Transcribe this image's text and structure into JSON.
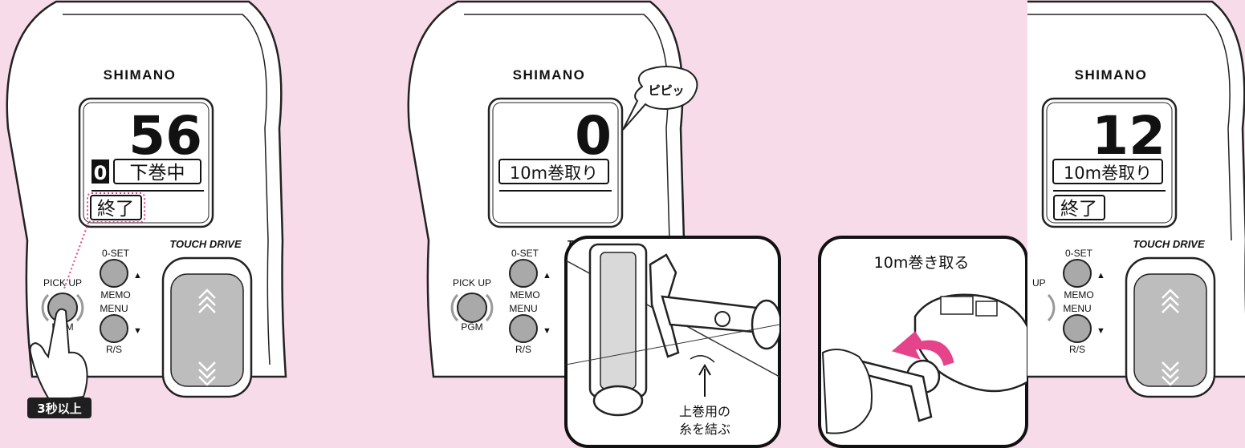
{
  "colors": {
    "background": "#f8dbe9",
    "device_body": "#ffffff",
    "outline": "#222222",
    "button_gray": "#a9a9a9",
    "touch_panel": "#bdbdbd",
    "accent_pink": "#e5438a",
    "badge_dark": "#1f1f1f"
  },
  "device": {
    "brand": "SHIMANO",
    "touch_drive": "TOUCH DRIVE",
    "btn_oset": "0-SET",
    "btn_memo": "MEMO",
    "btn_menu": "MENU",
    "btn_rs": "R/S",
    "btn_pickup": "PICK UP",
    "btn_pgm": "PGM",
    "up_arrow": "▲",
    "down_arrow": "▼"
  },
  "panel1": {
    "counter": "56",
    "mode_digit": "0",
    "status": "下巻中",
    "menu_label": "終了",
    "hold_badge": "3秒以上"
  },
  "panel2": {
    "counter": "0",
    "status": "10m巻取り",
    "speech": "ピピッ"
  },
  "panel3": {
    "counter": "12",
    "status": "10m巻取り",
    "menu_label": "終了"
  },
  "inset1": {
    "caption_line1": "上巻用の",
    "caption_line2": "糸を結ぶ"
  },
  "inset2": {
    "title": "10m巻き取る"
  },
  "icons": [
    "finger-pointer-icon",
    "chevron-up-icon",
    "chevron-down-icon",
    "speech-bubble-icon",
    "rotation-arrow-icon",
    "reel-illustration-icon"
  ]
}
